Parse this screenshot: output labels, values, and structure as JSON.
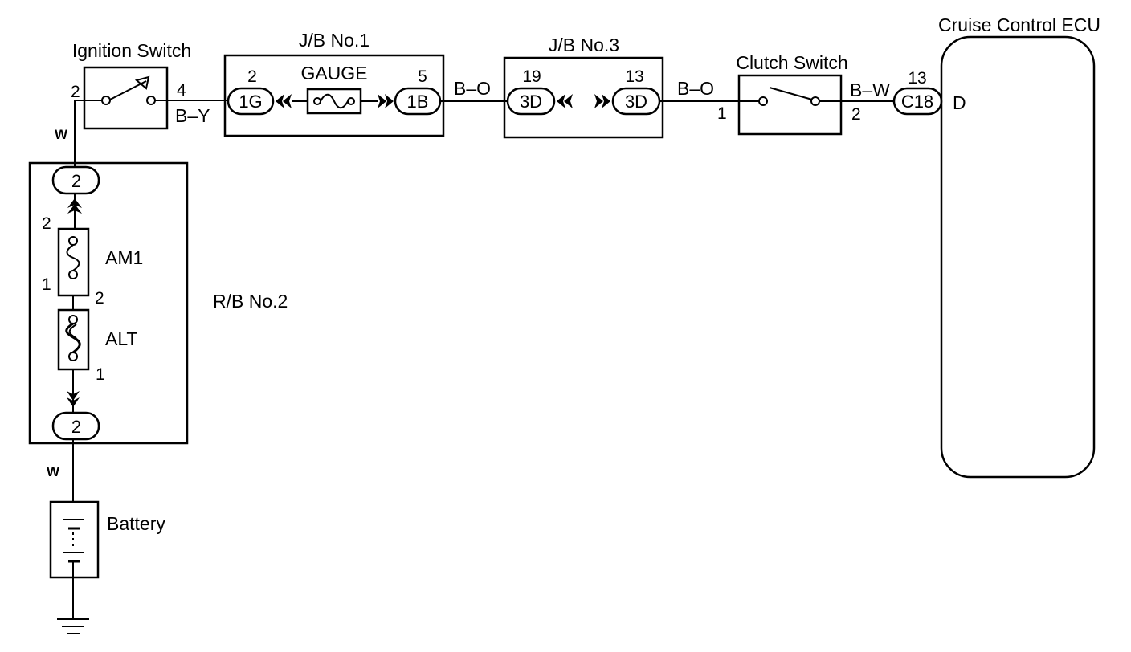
{
  "components": {
    "ignition_switch": "Ignition Switch",
    "jb1": "J/B No.1",
    "gauge_fuse": "GAUGE",
    "jb3": "J/B No.3",
    "clutch_switch": "Clutch Switch",
    "ecu": "Cruise Control ECU",
    "rb2": "R/B No.2",
    "am1_fuse": "AM1",
    "alt_fuse": "ALT",
    "battery": "Battery"
  },
  "connectors": {
    "jb1_in": "1G",
    "jb1_out": "1B",
    "jb3_in": "3D",
    "jb3_out": "3D",
    "ecu_conn": "C18",
    "rb2_top": "2",
    "rb2_bottom": "2"
  },
  "pins": {
    "ign_in": "2",
    "ign_out": "4",
    "jb1_in": "2",
    "jb1_out": "5",
    "jb3_in": "19",
    "jb3_out": "13",
    "clutch_in": "1",
    "clutch_out": "2",
    "ecu": "13",
    "ecu_terminal": "D",
    "am1_top": "2",
    "am1_bottom": "1",
    "alt_top": "2",
    "alt_bottom": "1"
  },
  "wires": {
    "ign_feed": "W",
    "ign_to_jb1": "B–Y",
    "jb1_to_jb3": "B–O",
    "jb3_to_clutch": "B–O",
    "clutch_to_ecu": "B–W",
    "battery_feed": "W"
  }
}
